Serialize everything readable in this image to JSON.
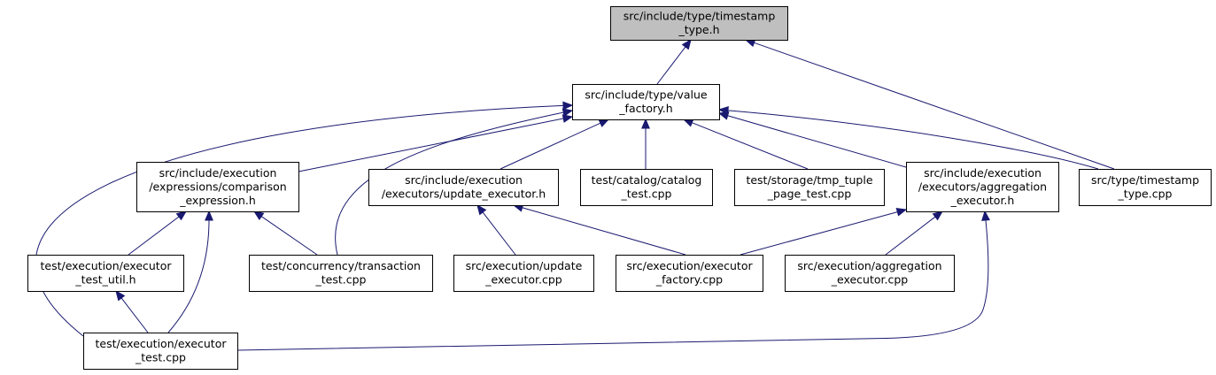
{
  "nodes": [
    {
      "id": "timestamp_type_h",
      "lines": [
        "src/include/type/timestamp",
        "_type.h"
      ],
      "highlight": true
    },
    {
      "id": "value_factory_h",
      "lines": [
        "src/include/type/value",
        "_factory.h"
      ]
    },
    {
      "id": "comparison_expression_h",
      "lines": [
        "src/include/execution",
        "/expressions/comparison",
        "_expression.h"
      ]
    },
    {
      "id": "update_executor_h",
      "lines": [
        "src/include/execution",
        "/executors/update_executor.h"
      ]
    },
    {
      "id": "catalog_test_cpp",
      "lines": [
        "test/catalog/catalog",
        "_test.cpp"
      ]
    },
    {
      "id": "tmp_tuple_page_test_cpp",
      "lines": [
        "test/storage/tmp_tuple",
        "_page_test.cpp"
      ]
    },
    {
      "id": "aggregation_executor_h",
      "lines": [
        "src/include/execution",
        "/executors/aggregation",
        "_executor.h"
      ]
    },
    {
      "id": "timestamp_type_cpp",
      "lines": [
        "src/type/timestamp",
        "_type.cpp"
      ]
    },
    {
      "id": "executor_test_util_h",
      "lines": [
        "test/execution/executor",
        "_test_util.h"
      ]
    },
    {
      "id": "transaction_test_cpp",
      "lines": [
        "test/concurrency/transaction",
        "_test.cpp"
      ]
    },
    {
      "id": "update_executor_cpp",
      "lines": [
        "src/execution/update",
        "_executor.cpp"
      ]
    },
    {
      "id": "executor_factory_cpp",
      "lines": [
        "src/execution/executor",
        "_factory.cpp"
      ]
    },
    {
      "id": "aggregation_executor_cpp",
      "lines": [
        "src/execution/aggregation",
        "_executor.cpp"
      ]
    },
    {
      "id": "executor_test_cpp",
      "lines": [
        "test/execution/executor",
        "_test.cpp"
      ]
    }
  ],
  "edges": [
    {
      "from": "value_factory_h",
      "to": "timestamp_type_h"
    },
    {
      "from": "timestamp_type_cpp",
      "to": "timestamp_type_h"
    },
    {
      "from": "comparison_expression_h",
      "to": "value_factory_h"
    },
    {
      "from": "update_executor_h",
      "to": "value_factory_h"
    },
    {
      "from": "catalog_test_cpp",
      "to": "value_factory_h"
    },
    {
      "from": "tmp_tuple_page_test_cpp",
      "to": "value_factory_h"
    },
    {
      "from": "aggregation_executor_h",
      "to": "value_factory_h"
    },
    {
      "from": "timestamp_type_cpp",
      "to": "value_factory_h"
    },
    {
      "from": "transaction_test_cpp",
      "to": "value_factory_h"
    },
    {
      "from": "executor_test_cpp",
      "to": "value_factory_h"
    },
    {
      "from": "executor_test_util_h",
      "to": "comparison_expression_h"
    },
    {
      "from": "transaction_test_cpp",
      "to": "comparison_expression_h"
    },
    {
      "from": "executor_test_cpp",
      "to": "comparison_expression_h"
    },
    {
      "from": "update_executor_cpp",
      "to": "update_executor_h"
    },
    {
      "from": "executor_factory_cpp",
      "to": "update_executor_h"
    },
    {
      "from": "executor_factory_cpp",
      "to": "aggregation_executor_h"
    },
    {
      "from": "aggregation_executor_cpp",
      "to": "aggregation_executor_h"
    },
    {
      "from": "executor_test_cpp",
      "to": "aggregation_executor_h"
    },
    {
      "from": "executor_test_cpp",
      "to": "executor_test_util_h"
    }
  ]
}
